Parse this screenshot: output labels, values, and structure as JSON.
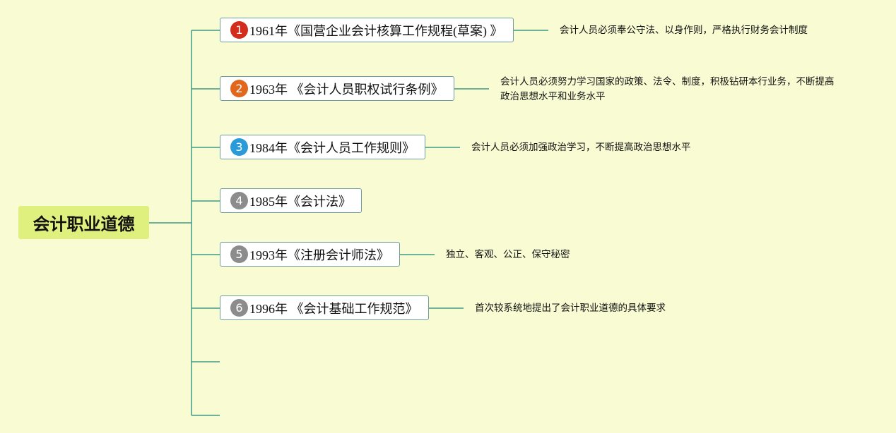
{
  "root": {
    "label": "会计职业道德"
  },
  "colors": {
    "line": "#3f9a86",
    "root_bg": "#dff07e",
    "node_border": "#6f9c9d"
  },
  "branches": [
    {
      "number": "1",
      "label": "1961年《国营企业会计核算工作规程(草案) 》",
      "badge_color": "#d42c1c",
      "note": [
        "会计人员必须奉公守法、以身作则，严格执行财务会计制度"
      ]
    },
    {
      "number": "2",
      "label": "1963年 《会计人员职权试行条例》",
      "badge_color": "#e0671c",
      "note": [
        "会计人员必须努力学习国家的政策、法令、制度，积极钻研本行业务，不断提高",
        "政治思想水平和业务水平"
      ]
    },
    {
      "number": "3",
      "label": "1984年《会计人员工作规则》",
      "badge_color": "#2a9bd8",
      "note": [
        "会计人员必须加强政治学习，不断提高政治思想水平"
      ]
    },
    {
      "number": "4",
      "label": "1985年《会计法》",
      "badge_color": "#8c8c8c",
      "note": []
    },
    {
      "number": "5",
      "label": "1993年《注册会计师法》",
      "badge_color": "#8c8c8c",
      "note": [
        "独立、客观、公正、保守秘密"
      ]
    },
    {
      "number": "6",
      "label": "1996年 《会计基础工作规范》",
      "badge_color": "#8c8c8c",
      "note": [
        "首次较系统地提出了会计职业道德的具体要求"
      ]
    }
  ]
}
